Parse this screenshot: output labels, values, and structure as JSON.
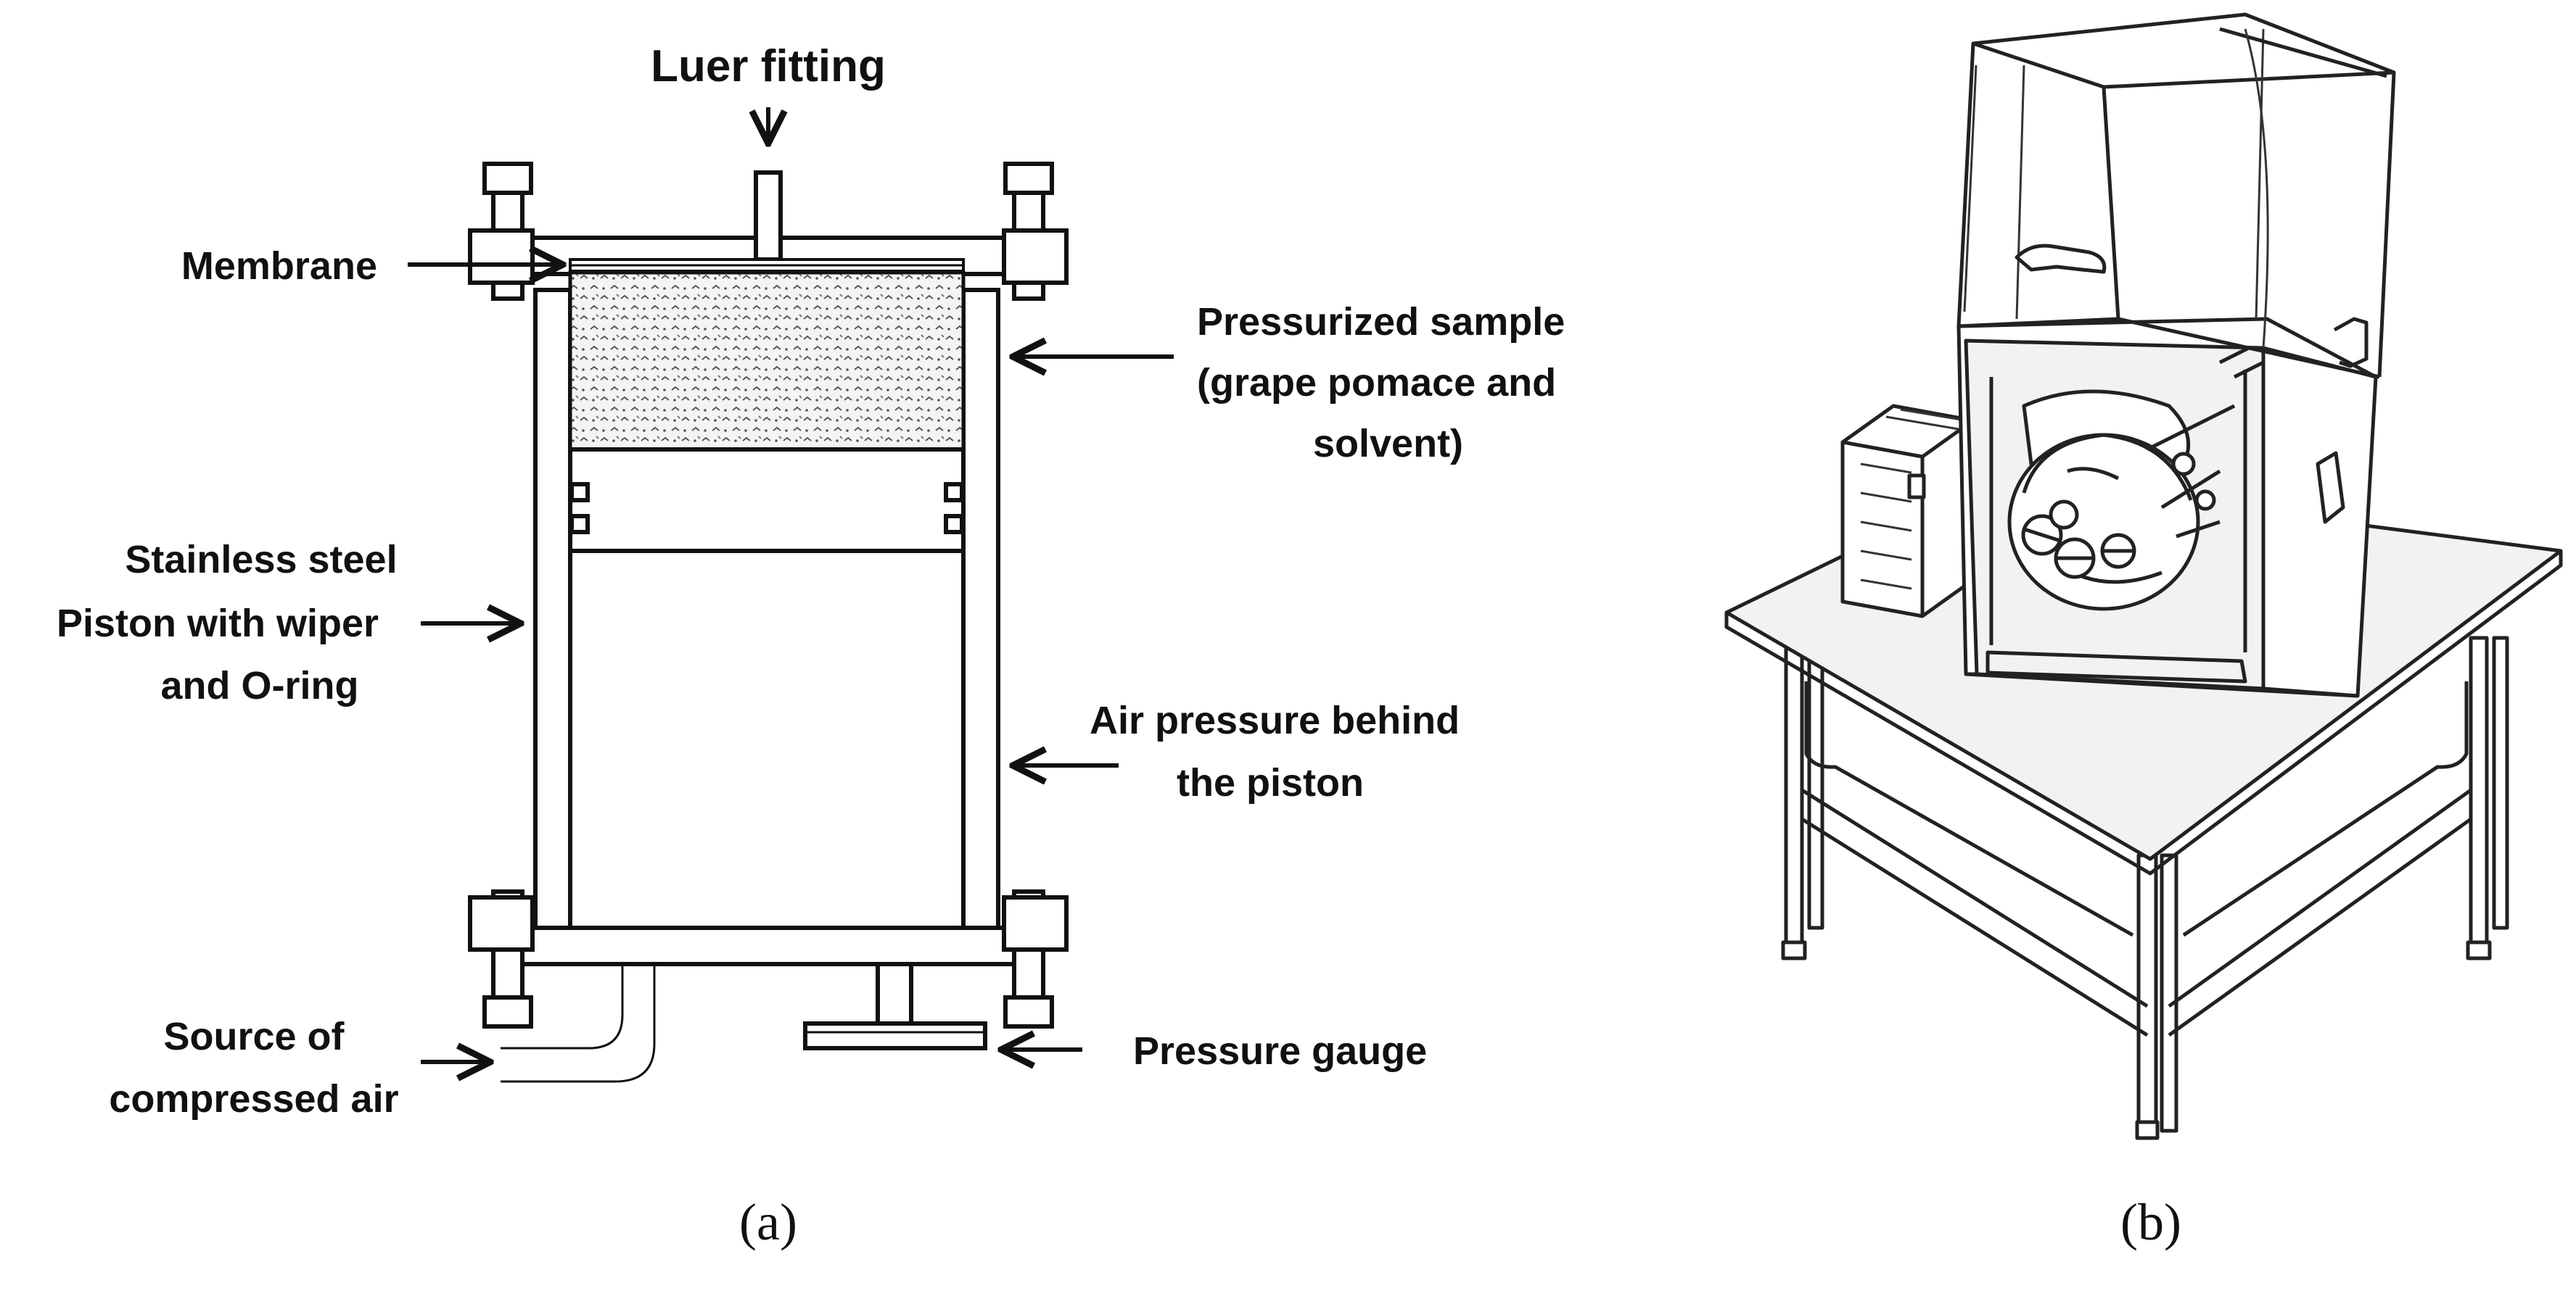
{
  "figure": {
    "panel_a": {
      "caption": "(a)",
      "labels": {
        "luer_fitting": "Luer fitting",
        "membrane": "Membrane",
        "pressurized_sample": [
          "Pressurized sample",
          "(grape pomace and",
          "solvent)"
        ],
        "stainless_steel": [
          "Stainless steel",
          "Piston with wiper",
          "and O-ring"
        ],
        "air_pressure": [
          "Air pressure behind",
          "the piston"
        ],
        "source_air": [
          "Source of",
          "compressed air"
        ],
        "pressure_gauge": "Pressure gauge"
      }
    },
    "panel_b": {
      "caption": "(b)"
    }
  }
}
